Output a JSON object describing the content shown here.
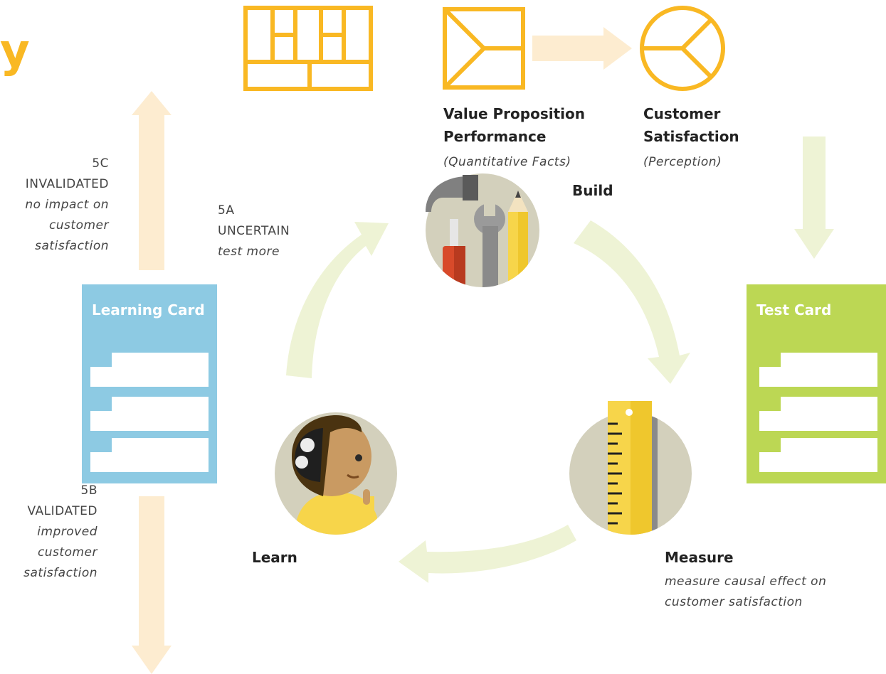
{
  "logo_fragment": "y",
  "value_prop": {
    "title_line1": "Value Proposition",
    "title_line2": "Performance",
    "subtitle": "(Quantitative Facts)"
  },
  "customer": {
    "title_line1": "Customer",
    "title_line2": "Satisfaction",
    "subtitle": "(Perception)"
  },
  "cycle": {
    "build": "Build",
    "learn": "Learn",
    "measure": "Measure",
    "measure_note_line1": "measure causal effect on",
    "measure_note_line2": "customer satisfaction"
  },
  "outcomes": {
    "c": {
      "code": "5C",
      "status": "INVALIDATED",
      "line1": "no impact on",
      "line2": "customer",
      "line3": "satisfaction"
    },
    "a": {
      "code": "5A",
      "status": "UNCERTAIN",
      "line1": "test more"
    },
    "b": {
      "code": "5B",
      "status": "VALIDATED",
      "line1": "improved",
      "line2": "customer",
      "line3": "satisfaction"
    }
  },
  "cards": {
    "learning": {
      "title": "Learning Card",
      "color": "#8dcae3"
    },
    "test": {
      "title": "Test Card",
      "color": "#bcd754"
    }
  },
  "colors": {
    "accent": "#f9b823",
    "arrow_light": "#fdecd0",
    "cycle_arrow": "#eef3d5",
    "circle_bg": "#d3d0bc"
  }
}
